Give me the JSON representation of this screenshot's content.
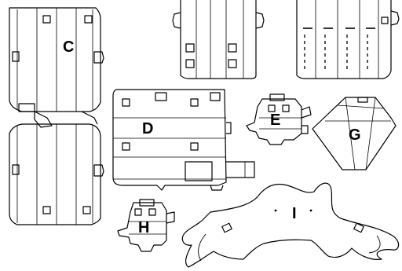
{
  "pieces": {
    "c": {
      "label": "C"
    },
    "d": {
      "label": "D"
    },
    "e": {
      "label": "E"
    },
    "g": {
      "label": "G"
    },
    "h": {
      "label": "H"
    },
    "i": {
      "label": "I"
    }
  }
}
